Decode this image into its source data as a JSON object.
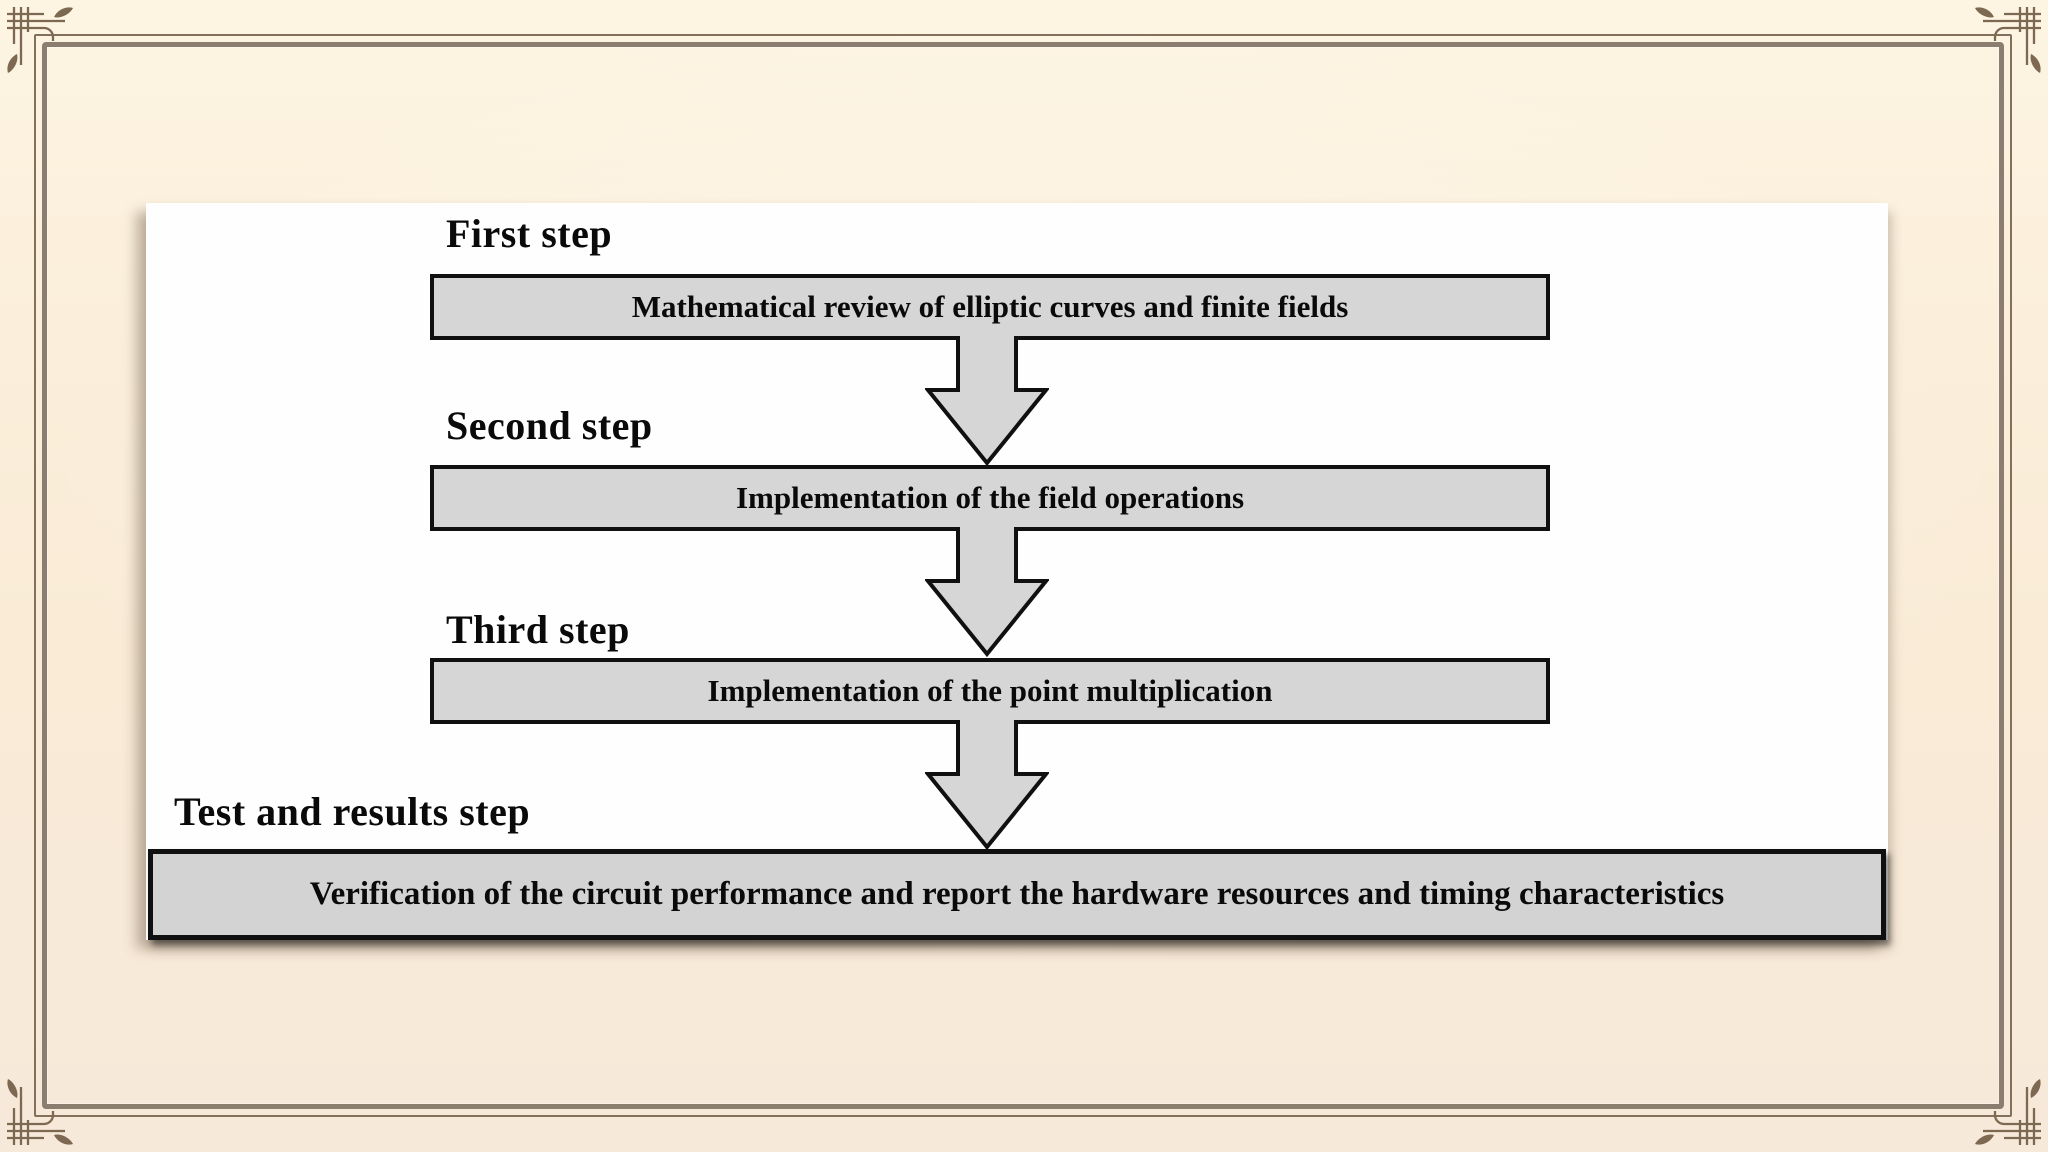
{
  "flowchart": {
    "steps": [
      {
        "label": "First step",
        "box": "Mathematical review of elliptic curves and finite fields"
      },
      {
        "label": "Second step",
        "box": "Implementation of the field operations"
      },
      {
        "label": "Third step",
        "box": "Implementation of the point multiplication"
      },
      {
        "label": "Test and results step",
        "box": "Verification of the circuit performance and report the hardware resources and timing characteristics"
      }
    ],
    "connector": "down-block-arrow"
  },
  "colors": {
    "background_top": "#fdf4e2",
    "background_bottom": "#f7e9d9",
    "frame_thin_line": "#83705a",
    "frame_thick_line": "#8b7e70",
    "panel_background": "#fefefe",
    "box_fill": "#d6d6d6",
    "bottom_box_fill": "#d3d3d3",
    "box_border": "#101010",
    "text_color": "#0a0a0a",
    "ornament": "#7d6952"
  },
  "icons": {
    "corner_ornament": "woven-lattice-with-leaf-flourish",
    "arrow": "down-block-arrow"
  }
}
